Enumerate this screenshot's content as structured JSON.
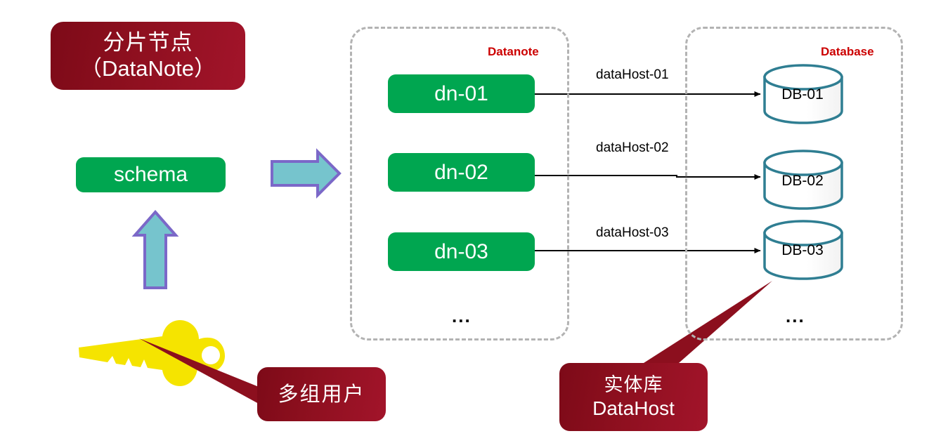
{
  "diagram": {
    "title_pill": {
      "line_cn": "分片节点",
      "line_en": "（DataNote）"
    },
    "schema": {
      "label": "schema"
    },
    "groups": [
      {
        "id": "datanote",
        "label": "Datanote",
        "ellipsis": "..."
      },
      {
        "id": "database",
        "label": "Database",
        "ellipsis": "..."
      }
    ],
    "nodes": [
      {
        "id": "dn-01",
        "label": "dn-01"
      },
      {
        "id": "dn-02",
        "label": "dn-02"
      },
      {
        "id": "dn-03",
        "label": "dn-03"
      }
    ],
    "databases": [
      {
        "id": "db-01",
        "label": "DB-01"
      },
      {
        "id": "db-02",
        "label": "DB-02"
      },
      {
        "id": "db-03",
        "label": "DB-03"
      }
    ],
    "edges": [
      {
        "from": "dn-01",
        "to": "db-01",
        "label": "dataHost-01"
      },
      {
        "from": "dn-02",
        "to": "db-02",
        "label": "dataHost-02"
      },
      {
        "from": "dn-03",
        "to": "db-03",
        "label": "dataHost-03"
      }
    ],
    "callouts": [
      {
        "id": "users",
        "line_cn": "多组用户",
        "line_en": "",
        "points_to": "key-icon"
      },
      {
        "id": "datahost",
        "line_cn": "实体库",
        "line_en": "DataHost",
        "points_to": "db-03"
      }
    ],
    "icons": {
      "key": "key-icon",
      "arrow_right": "block-arrow-right-icon",
      "arrow_up": "block-arrow-up-icon"
    },
    "colors": {
      "callout_red": "#8c0f1e",
      "group_label_red": "#cc0000",
      "node_green": "#00a650",
      "cylinder_teal": "#2f7e92",
      "arrow_fill": "#76c4cd",
      "arrow_stroke": "#7b68c8",
      "key_yellow": "#f5e400",
      "dashed_gray": "#b3b3b3",
      "background": "#ffffff"
    }
  }
}
